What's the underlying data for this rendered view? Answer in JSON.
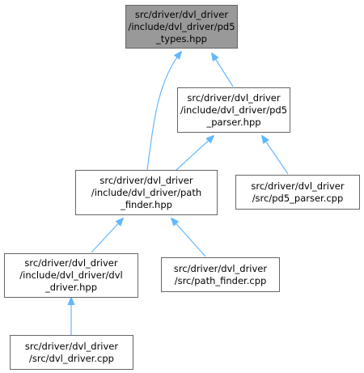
{
  "colors": {
    "edge": "#63b8ff",
    "node_border": "#666666",
    "root_fill": "#999999",
    "node_fill": "#ffffff"
  },
  "nodes": {
    "pd5_types": {
      "lines": [
        "src/driver/dvl_driver",
        "/include/dvl_driver/pd5",
        "_types.hpp"
      ],
      "highlighted": true
    },
    "pd5_parser_hpp": {
      "lines": [
        "src/driver/dvl_driver",
        "/include/dvl_driver/pd5",
        "_parser.hpp"
      ]
    },
    "path_finder_hpp": {
      "lines": [
        "src/driver/dvl_driver",
        "/include/dvl_driver/path",
        "_finder.hpp"
      ]
    },
    "pd5_parser_cpp": {
      "lines": [
        "src/driver/dvl_driver",
        "/src/pd5_parser.cpp"
      ]
    },
    "dvl_driver_hpp": {
      "lines": [
        "src/driver/dvl_driver",
        "/include/dvl_driver/dvl",
        "_driver.hpp"
      ]
    },
    "path_finder_cpp": {
      "lines": [
        "src/driver/dvl_driver",
        "/src/path_finder.cpp"
      ]
    },
    "dvl_driver_cpp": {
      "lines": [
        "src/driver/dvl_driver",
        "/src/dvl_driver.cpp"
      ]
    }
  },
  "edges": [
    {
      "from": "pd5_parser_hpp",
      "to": "pd5_types"
    },
    {
      "from": "path_finder_hpp",
      "to": "pd5_types"
    },
    {
      "from": "path_finder_hpp",
      "to": "pd5_parser_hpp"
    },
    {
      "from": "pd5_parser_cpp",
      "to": "pd5_parser_hpp"
    },
    {
      "from": "dvl_driver_hpp",
      "to": "path_finder_hpp"
    },
    {
      "from": "path_finder_cpp",
      "to": "path_finder_hpp"
    },
    {
      "from": "dvl_driver_cpp",
      "to": "dvl_driver_hpp"
    }
  ]
}
